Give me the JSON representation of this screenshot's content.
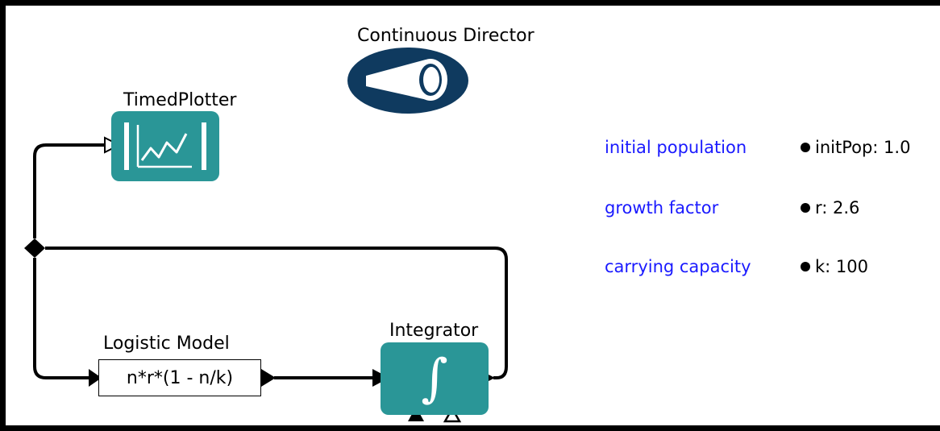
{
  "director": {
    "label": "Continuous Director"
  },
  "actors": {
    "plotter": {
      "label": "TimedPlotter",
      "icon": "chart-icon"
    },
    "logistic_model": {
      "label": "Logistic Model",
      "expression": "n*r*(1 - n/k)"
    },
    "integrator": {
      "label": "Integrator",
      "icon": "integral-icon",
      "symbol": "∫"
    }
  },
  "parameters": [
    {
      "annotation": "initial population",
      "name_value": "initPop: 1.0"
    },
    {
      "annotation": "growth factor",
      "name_value": "r: 2.6"
    },
    {
      "annotation": "carrying capacity",
      "name_value": "k: 100"
    }
  ],
  "colors": {
    "actor_fill": "#2a9697",
    "director_fill": "#0f3a5f",
    "annotation_text": "#1a1aff",
    "wire": "#000000"
  }
}
